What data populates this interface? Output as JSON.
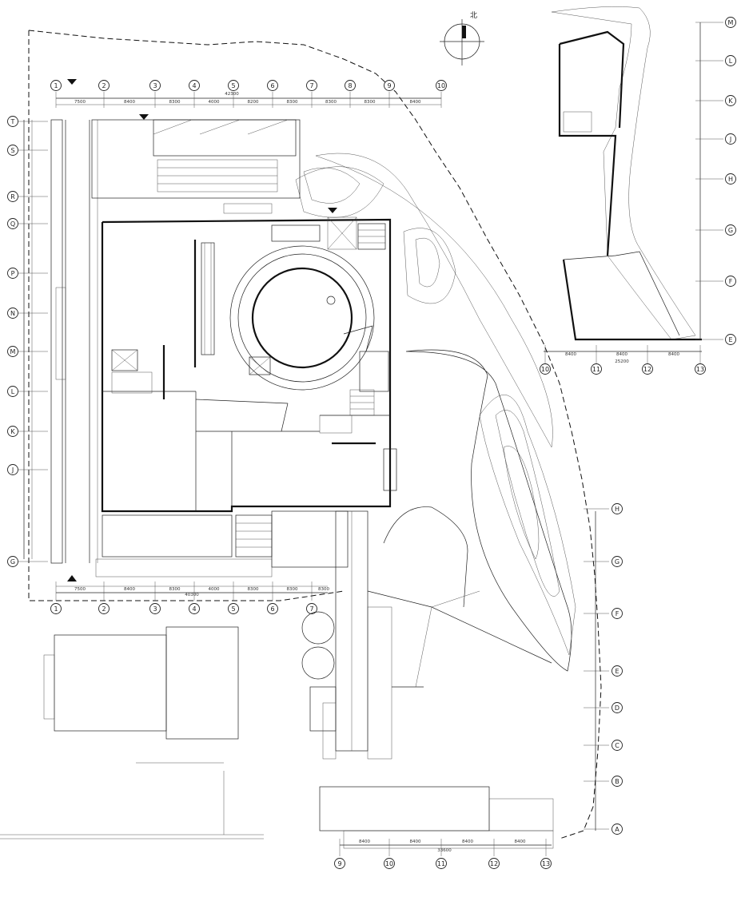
{
  "north_label": "北",
  "main_axes": {
    "top": [
      "1",
      "2",
      "3",
      "4",
      "5",
      "6",
      "7",
      "8",
      "9",
      "10"
    ],
    "bottom": [
      "1",
      "2",
      "3",
      "4",
      "5",
      "6",
      "7"
    ],
    "left": [
      "T",
      "S",
      "R",
      "Q",
      "P",
      "N",
      "M",
      "L",
      "K",
      "J",
      "G"
    ]
  },
  "main_dims_top": [
    "7500",
    "8400",
    "8300",
    "4000",
    "8200",
    "8300",
    "8300",
    "8300",
    "8400"
  ],
  "main_total_top": "42300",
  "main_dims_bottom": [
    "7500",
    "8400",
    "8300",
    "4000",
    "8300",
    "8300",
    "8300"
  ],
  "main_total_bottom": "40300",
  "inset_axes": {
    "right": [
      "M",
      "L",
      "K",
      "J",
      "H",
      "G",
      "F",
      "E"
    ],
    "bottom": [
      "10",
      "11",
      "12",
      "13"
    ]
  },
  "inset_dims_bottom": [
    "8400",
    "8400",
    "8400"
  ],
  "inset_total_bottom": "25200",
  "south_axes": {
    "right": [
      "H",
      "G",
      "F",
      "E",
      "D",
      "C",
      "B",
      "A"
    ],
    "bottom": [
      "9",
      "10",
      "11",
      "12",
      "13"
    ]
  },
  "south_dims_bottom": [
    "8400",
    "8400",
    "8400",
    "8400"
  ],
  "south_total_bottom": "33600",
  "colors": {
    "line": "#111111",
    "background": "#ffffff"
  }
}
